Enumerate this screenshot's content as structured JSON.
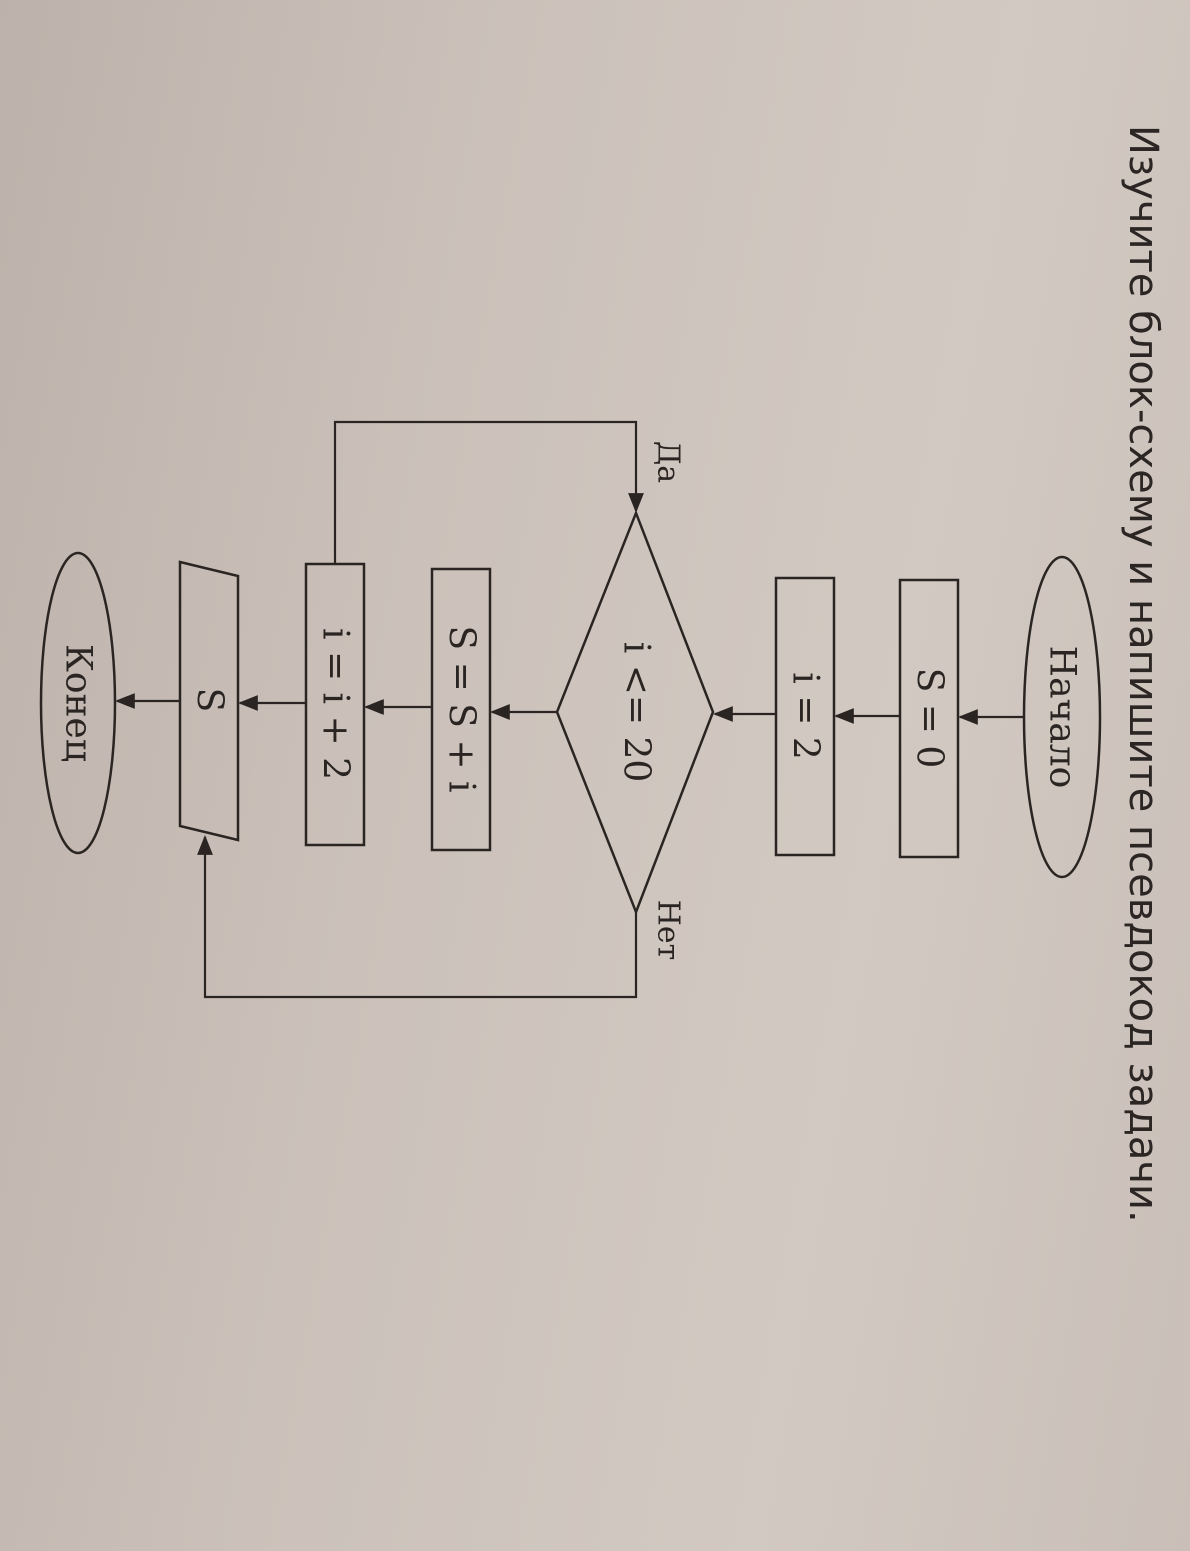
{
  "instruction": "Изучите блок-схему и напишите псевдокод задачи.",
  "flowchart": {
    "start": "Начало",
    "init_s": "S = 0",
    "init_i": "i = 2",
    "condition": "i <= 20",
    "branch_yes": "Да",
    "branch_no": "Нет",
    "sum_step": "S = S + i",
    "increment_step": "i = i + 2",
    "output": "S",
    "end": "Конец"
  }
}
